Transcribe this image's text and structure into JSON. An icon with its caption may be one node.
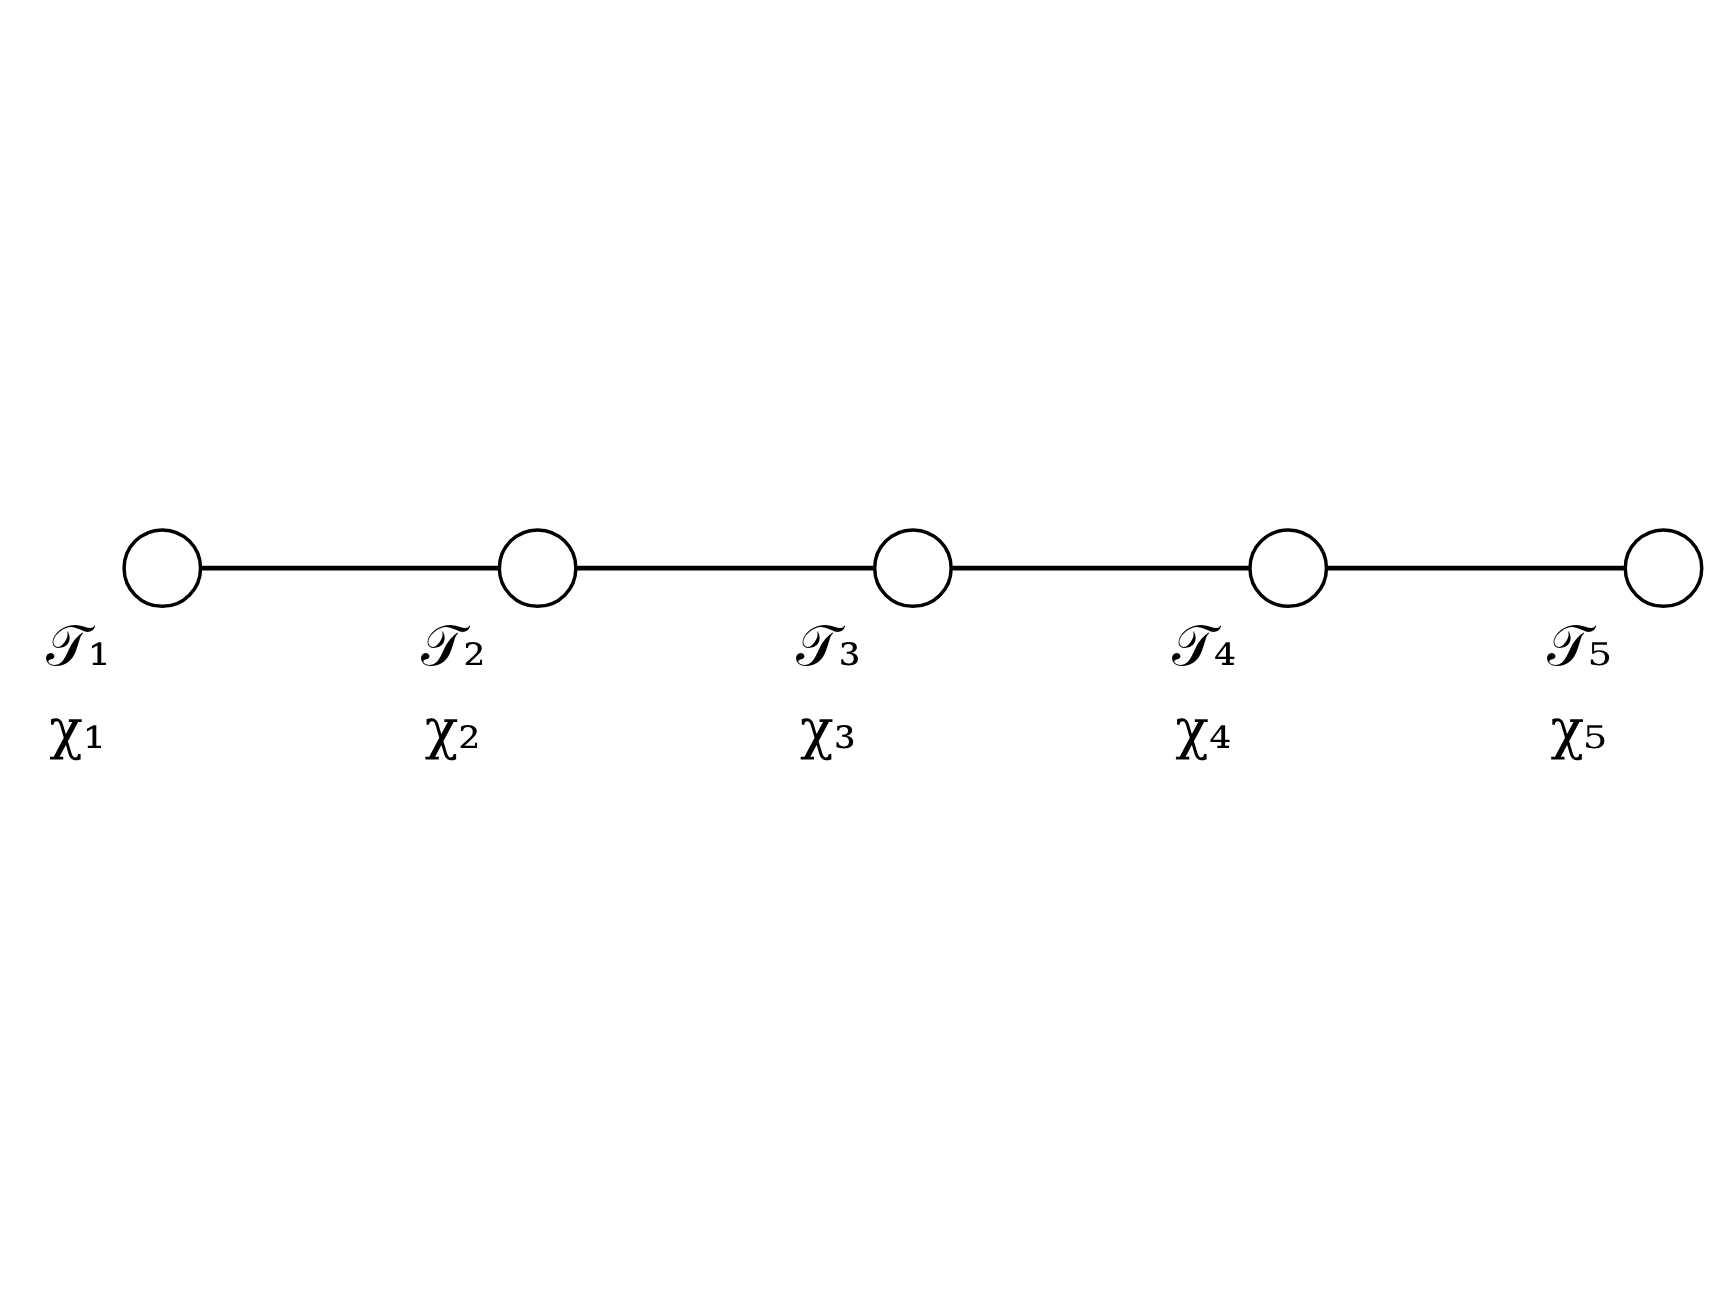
{
  "diagram": {
    "nodes": [
      {
        "text": [],
        "shape": "circle",
        "beside": [
          "𝒯₁",
          "χ₁"
        ]
      },
      {
        "text": [],
        "shape": "circle",
        "beside": [
          "𝒯₂",
          "χ₂"
        ]
      },
      {
        "text": [],
        "shape": "circle",
        "beside": [
          "𝒯₃",
          "χ₃"
        ]
      },
      {
        "text": [],
        "shape": "circle",
        "beside": [
          "𝒯₄",
          "χ₄"
        ]
      },
      {
        "text": [],
        "shape": "circle",
        "beside": [
          "𝒯₅",
          "χ₅"
        ]
      }
    ],
    "edges": [
      {
        "from": 0,
        "to": 1,
        "arrow": "none"
      },
      {
        "from": 1,
        "to": 2,
        "arrow": "none"
      },
      {
        "from": 2,
        "to": 3,
        "arrow": "none"
      },
      {
        "from": 3,
        "to": 4,
        "arrow": "none"
      }
    ]
  }
}
